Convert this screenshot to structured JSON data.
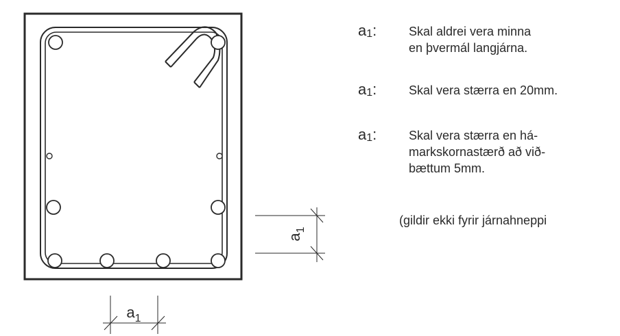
{
  "dimension_label": {
    "base": "a",
    "sub": "1"
  },
  "rules": [
    {
      "symbol": "a",
      "sub": "1",
      "colon": ":",
      "text": "Skal aldrei vera minna\nen þvermál langjárna."
    },
    {
      "symbol": "a",
      "sub": "1",
      "colon": ":",
      "text": "Skal vera stærra en 20mm."
    },
    {
      "symbol": "a",
      "sub": "1",
      "colon": ":",
      "text": "Skal vera stærra en há-\nmarkskornastærð að við-\nbættum 5mm."
    }
  ],
  "note": "(gildir ekki fyrir járnahneppi"
}
